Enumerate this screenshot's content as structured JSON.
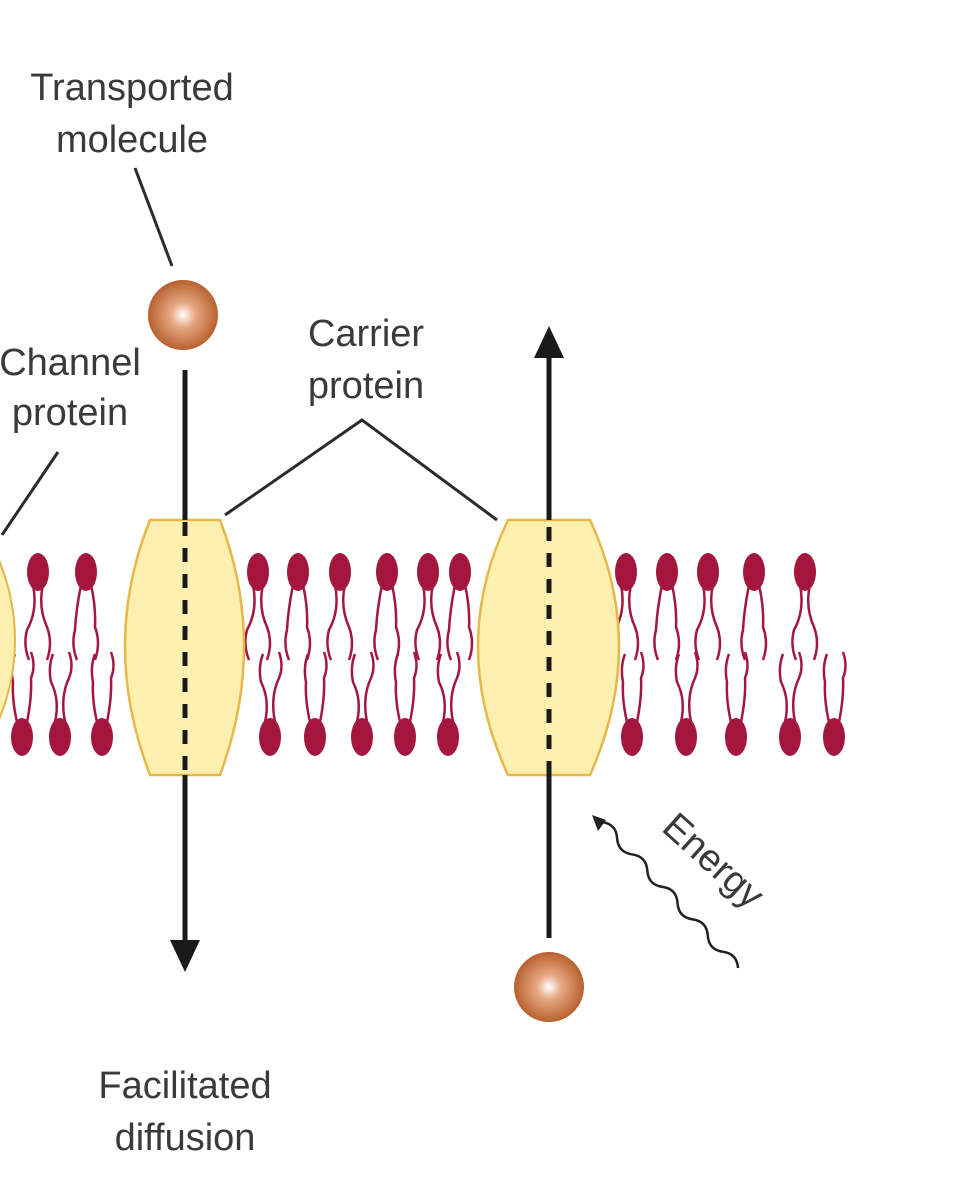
{
  "labels": {
    "transported_molecule_line1": "Transported",
    "transported_molecule_line2": "molecule",
    "channel_protein_line1": "Channel",
    "channel_protein_line2": "protein",
    "carrier_protein_line1": "Carrier",
    "carrier_protein_line2": "protein",
    "energy": "Energy",
    "facilitated_diffusion_line1": "Facilitated",
    "facilitated_diffusion_line2": "diffusion"
  },
  "colors": {
    "protein_fill": "#fcefb0",
    "protein_stroke": "#e6b84a",
    "lipid": "#a3173f",
    "molecule": "#c8703f",
    "arrow": "#1a1a1a",
    "leader": "#2b2b2b"
  }
}
